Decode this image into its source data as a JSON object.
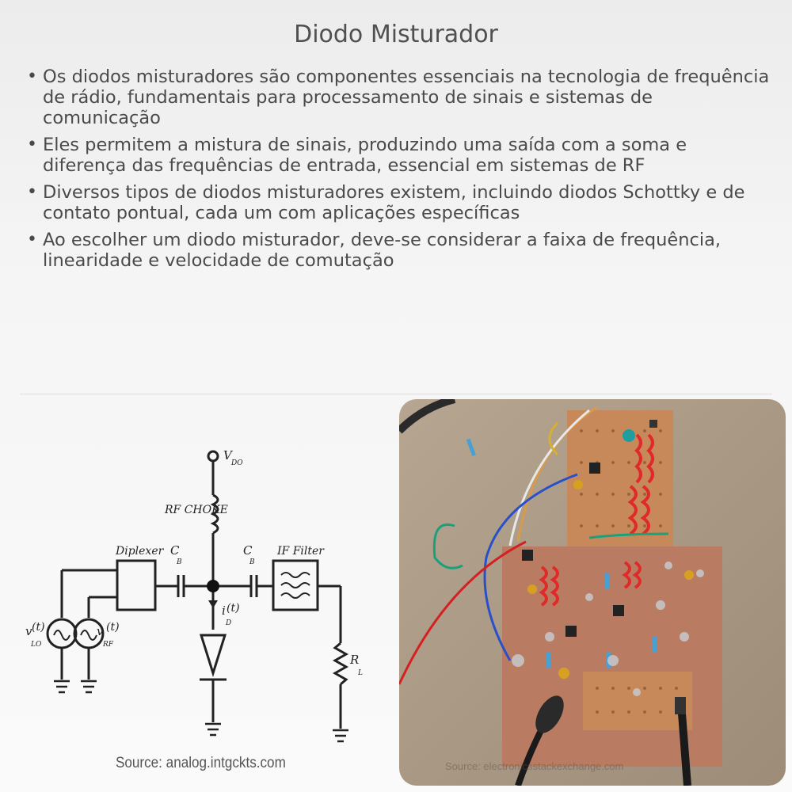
{
  "title": "Diodo Misturador",
  "bullets": [
    "Os diodos misturadores são componentes essenciais na tecnologia de frequência de rádio, fundamentais para processamento de sinais e sistemas de comunicação",
    "Eles permitem a mistura de sinais, produzindo uma saída com a soma e diferença das frequências de entrada, essencial em sistemas de RF",
    "Diversos tipos de diodos misturadores existem, incluindo diodos Schottky e de contato pontual, cada um com aplicações específicas",
    "Ao escolher um diodo misturador, deve-se considerar a faixa de frequência, linearidade e velocidade de comutação"
  ],
  "circuit": {
    "vdo": "V",
    "vdo_sub": "DO",
    "rf_choke": "RF CHOKE",
    "diplexer": "Diplexer",
    "cb": "C",
    "cb_sub": "B",
    "if_filter": "IF Filter",
    "vlo": "v",
    "vlo_sub": "LO",
    "vlo_arg": "(t)",
    "vrf": "v",
    "vrf_sub": "RF",
    "vrf_arg": "(t)",
    "id": "i",
    "id_sub": "D",
    "id_arg": "(t)",
    "rl": "R",
    "rl_sub": "L"
  },
  "source": "Source: analog.intgckts.com",
  "photo_watermark": "Source: electronicsstackexchange.com"
}
